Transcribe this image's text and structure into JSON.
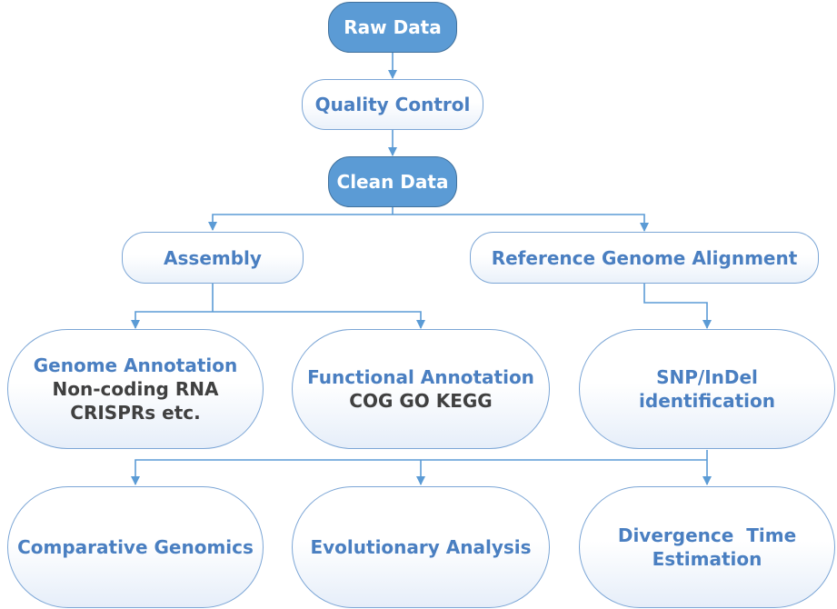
{
  "diagram": {
    "colors": {
      "filled_fill": "#5b9bd5",
      "filled_border": "#41719c",
      "node_border": "#7ca6d6",
      "node_text": "#4a7fc1",
      "sub_text": "#404040",
      "connector": "#5b9bd5"
    },
    "nodes": {
      "raw_data": {
        "label": "Raw Data"
      },
      "quality_control": {
        "label": "Quality Control"
      },
      "clean_data": {
        "label": "Clean Data"
      },
      "assembly": {
        "label": "Assembly"
      },
      "reference_alignment": {
        "label": "Reference Genome Alignment"
      },
      "genome_annotation": {
        "label": "Genome Annotation",
        "line2": "Non-coding RNA",
        "line3": "CRISPRs etc."
      },
      "functional_annotation": {
        "label": "Functional Annotation",
        "line2": "COG GO KEGG"
      },
      "snp_indel": {
        "label": "SNP/InDel",
        "line2": "identification"
      },
      "comparative_genomics": {
        "label": "Comparative Genomics"
      },
      "evolutionary_analysis": {
        "label": "Evolutionary Analysis"
      },
      "divergence_time": {
        "label": "Divergence  Time",
        "line2": "Estimation"
      }
    },
    "edges": [
      {
        "from": "raw_data",
        "to": "quality_control"
      },
      {
        "from": "quality_control",
        "to": "clean_data"
      },
      {
        "from": "clean_data",
        "to": "assembly"
      },
      {
        "from": "clean_data",
        "to": "reference_alignment"
      },
      {
        "from": "assembly",
        "to": "genome_annotation"
      },
      {
        "from": "assembly",
        "to": "functional_annotation"
      },
      {
        "from": "reference_alignment",
        "to": "snp_indel"
      },
      {
        "from": "snp_indel",
        "to": "comparative_genomics"
      },
      {
        "from": "snp_indel",
        "to": "evolutionary_analysis"
      },
      {
        "from": "snp_indel",
        "to": "divergence_time"
      }
    ]
  }
}
